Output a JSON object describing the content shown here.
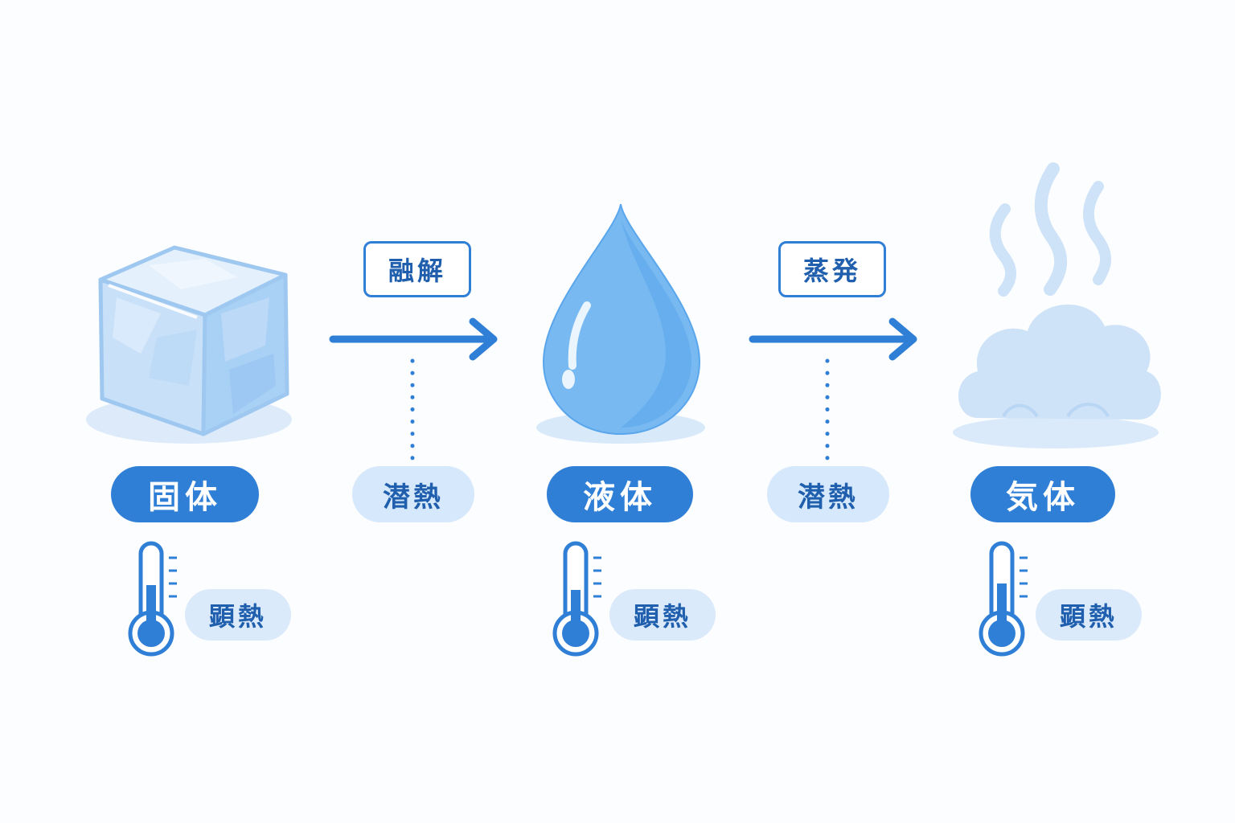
{
  "states": {
    "solid": "固体",
    "liquid": "液体",
    "gas": "気体"
  },
  "processes": {
    "melting": "融解",
    "evaporation": "蒸発"
  },
  "heat": {
    "latent": "潜熱",
    "sensible": "顕熱"
  },
  "icons": {
    "solid": "ice-cube-icon",
    "liquid": "water-drop-icon",
    "gas": "steam-cloud-icon",
    "thermometer": "thermometer-icon",
    "arrow": "arrow-right-icon"
  },
  "colors": {
    "primary": "#2f7fd6",
    "primary_dark": "#1f5fae",
    "light": "#d6e8fb",
    "ice": "#bfdcf7",
    "water": "#6fb4f0",
    "cloud": "#cfe3f8"
  }
}
